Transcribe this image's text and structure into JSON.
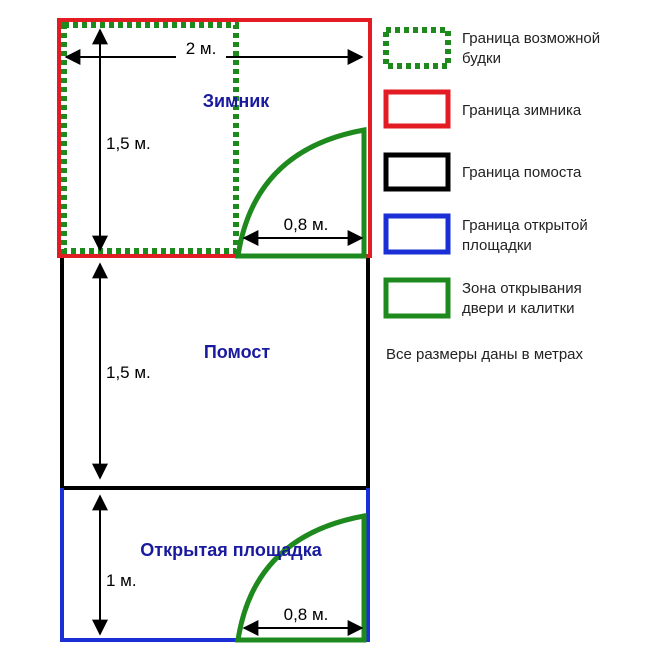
{
  "colors": {
    "winter": "#e31b23",
    "platform": "#000000",
    "open_area": "#1a2fd6",
    "door_zone": "#1e8a1e",
    "booth_dash_a": "#1e8a1e",
    "booth_dash_b": "#ffffff",
    "zone_text": "#1a1a9e"
  },
  "zones": {
    "winter": "Зимник",
    "platform": "Помост",
    "open_area": "Открытая площадка"
  },
  "dimensions": {
    "width_top": "2 м.",
    "winter_height": "1,5 м.",
    "winter_door": "0,8 м.",
    "platform_height": "1,5 м.",
    "open_height": "1 м.",
    "open_gate": "0,8 м."
  },
  "legend": {
    "booth": [
      "Граница возможной",
      "будки"
    ],
    "winter": [
      "Граница зимника"
    ],
    "platform": [
      "Граница помоста"
    ],
    "open_area": [
      "Граница открытой",
      "площадки"
    ],
    "door_zone": [
      "Зона открывания",
      "двери и калитки"
    ],
    "note": "Все размеры даны в метрах"
  }
}
